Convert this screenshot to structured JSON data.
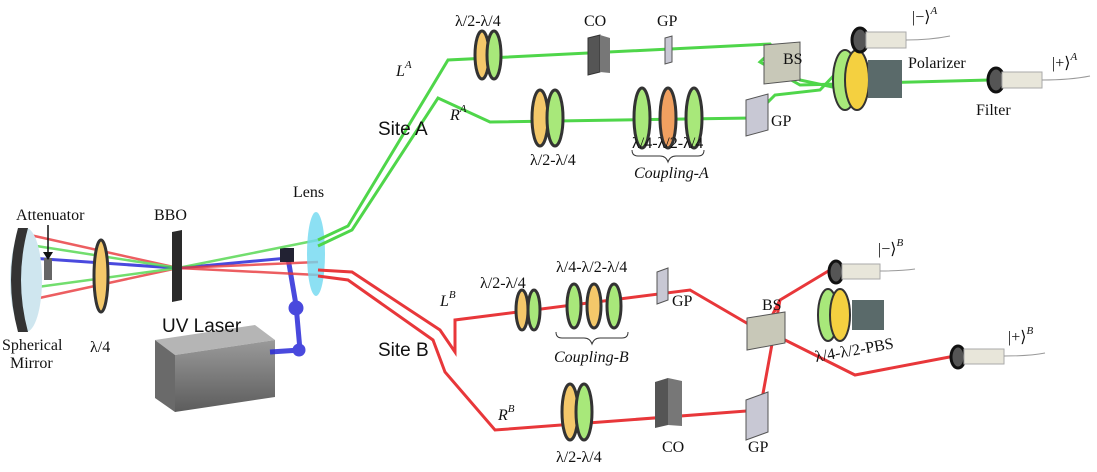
{
  "colors": {
    "green_beam": "#4fd64a",
    "red_beam": "#e8373a",
    "uv_beam": "#2a2ad8",
    "lens": "#6fd8f0",
    "plate_yellow": "#f4c86a",
    "plate_green": "#a8e87a"
  },
  "source": {
    "attenuator": "Attenuator",
    "bbo": "BBO",
    "lens": "Lens",
    "mirror_line1": "Spherical",
    "mirror_line2": "Mirror",
    "quarter_wave": "λ/4",
    "uv_laser": "UV Laser"
  },
  "site_a": {
    "title": "Site A",
    "l_label": "L",
    "r_label": "R",
    "sup": "A",
    "wp_top": "λ/2-λ/4",
    "wp_bottom": "λ/2-λ/4",
    "co": "CO",
    "gp_top": "GP",
    "gp_bottom": "GP",
    "coupling_plates": "λ/4-λ/2-λ/4",
    "coupling": "Coupling-A",
    "bs": "BS",
    "polarizer": "Polarizer",
    "filter": "Filter",
    "out_minus": "|−⟩",
    "out_plus": "|+⟩"
  },
  "site_b": {
    "title": "Site B",
    "l_label": "L",
    "r_label": "R",
    "sup": "B",
    "wp_top": "λ/2-λ/4",
    "wp_bottom": "λ/2-λ/4",
    "coupling_plates": "λ/4-λ/2-λ/4",
    "coupling": "Coupling-B",
    "gp_top": "GP",
    "gp_bottom": "GP",
    "co": "CO",
    "bs": "BS",
    "analyzer": "λ/4-λ/2-PBS",
    "out_minus": "|−⟩",
    "out_plus": "|+⟩"
  }
}
